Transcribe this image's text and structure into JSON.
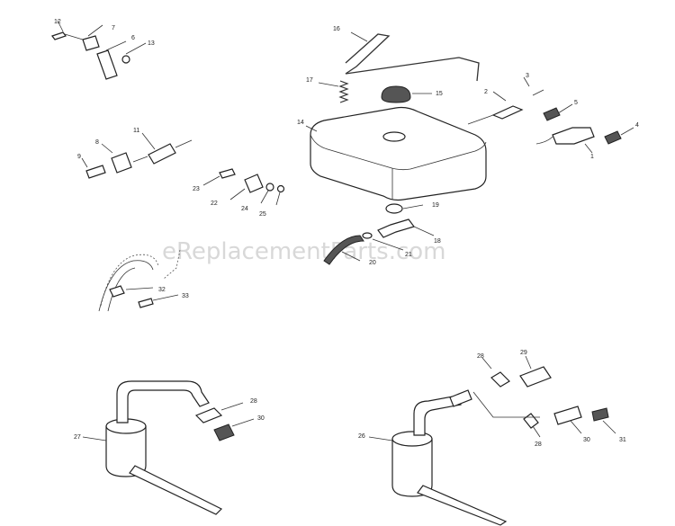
{
  "watermark": "eReplacementParts.com",
  "callouts": {
    "c1": "1",
    "c2": "2",
    "c3": "3",
    "c4": "4",
    "c5": "5",
    "c6": "6",
    "c7": "7",
    "c8": "8",
    "c9": "9",
    "c11": "11",
    "c12": "12",
    "c13": "13",
    "c14": "14",
    "c15": "15",
    "c16": "16",
    "c17": "17",
    "c18": "18",
    "c19": "19",
    "c20": "20",
    "c21": "21",
    "c22": "22",
    "c23": "23",
    "c24": "24",
    "c25": "25",
    "c26": "26",
    "c27": "27",
    "c28a": "28",
    "c28b": "28",
    "c28c": "28",
    "c29": "29",
    "c30a": "30",
    "c30b": "30",
    "c31": "31",
    "c32": "32",
    "c33": "33"
  }
}
